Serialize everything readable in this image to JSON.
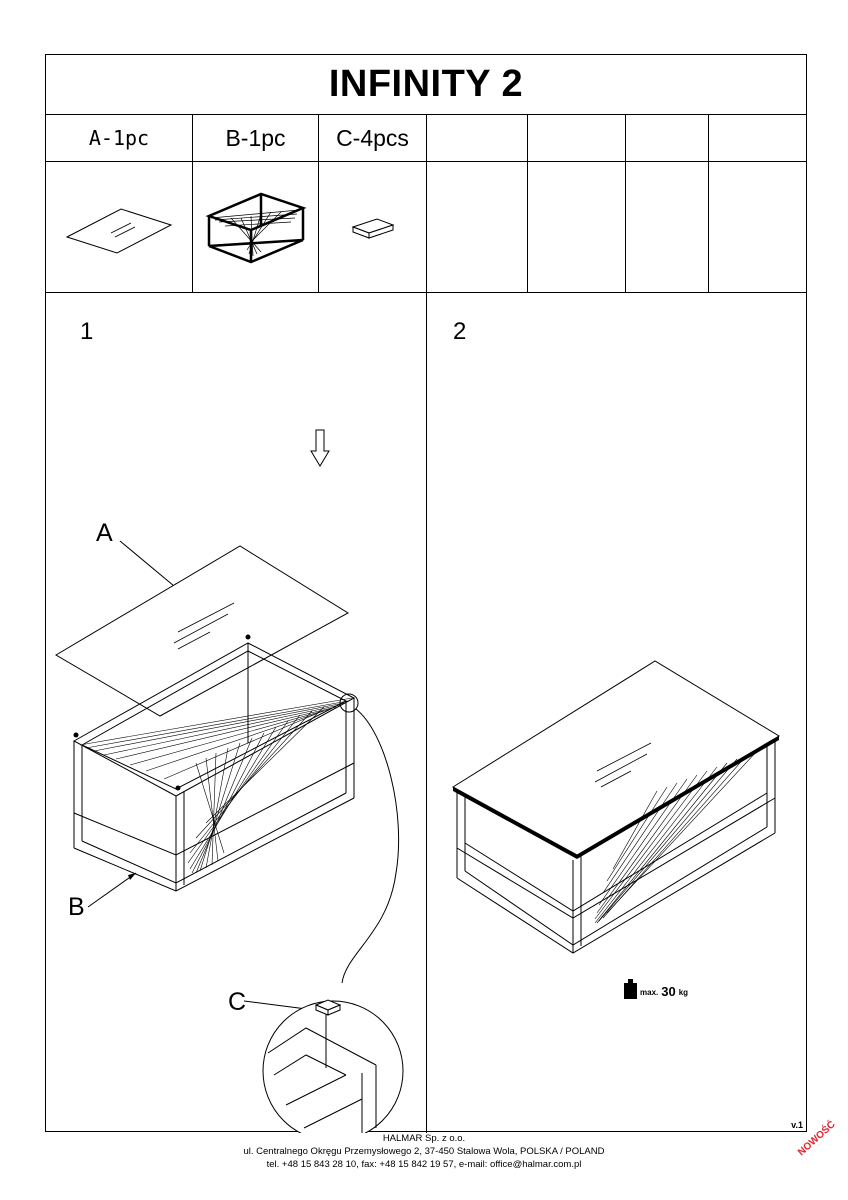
{
  "title": "INFINITY 2",
  "parts": [
    {
      "label": "A-1pc",
      "icon": "glass-top-icon"
    },
    {
      "label": "B-1pc",
      "icon": "frame-base-icon"
    },
    {
      "label": "C-4pcs",
      "icon": "pad-icon"
    }
  ],
  "steps": {
    "step1": {
      "number": "1",
      "label_a": "A",
      "label_b": "B",
      "label_c": "C"
    },
    "step2": {
      "number": "2",
      "max_label": "max.",
      "max_value": "30",
      "max_unit": "kg"
    }
  },
  "version": "v.1",
  "footer": {
    "company": "HALMAR Sp. z o.o.",
    "address": "ul. Centralnego Okręgu Przemysłowego 2, 37-450 Stalowa Wola, POLSKA / POLAND",
    "contact": "tel. +48 15 843 28 10, fax: +48 15 842 19 57, e-mail: office@halmar.com.pl"
  },
  "stamp": "NOWOŚĆ",
  "colors": {
    "stamp": "#e8242c",
    "line": "#000000"
  }
}
